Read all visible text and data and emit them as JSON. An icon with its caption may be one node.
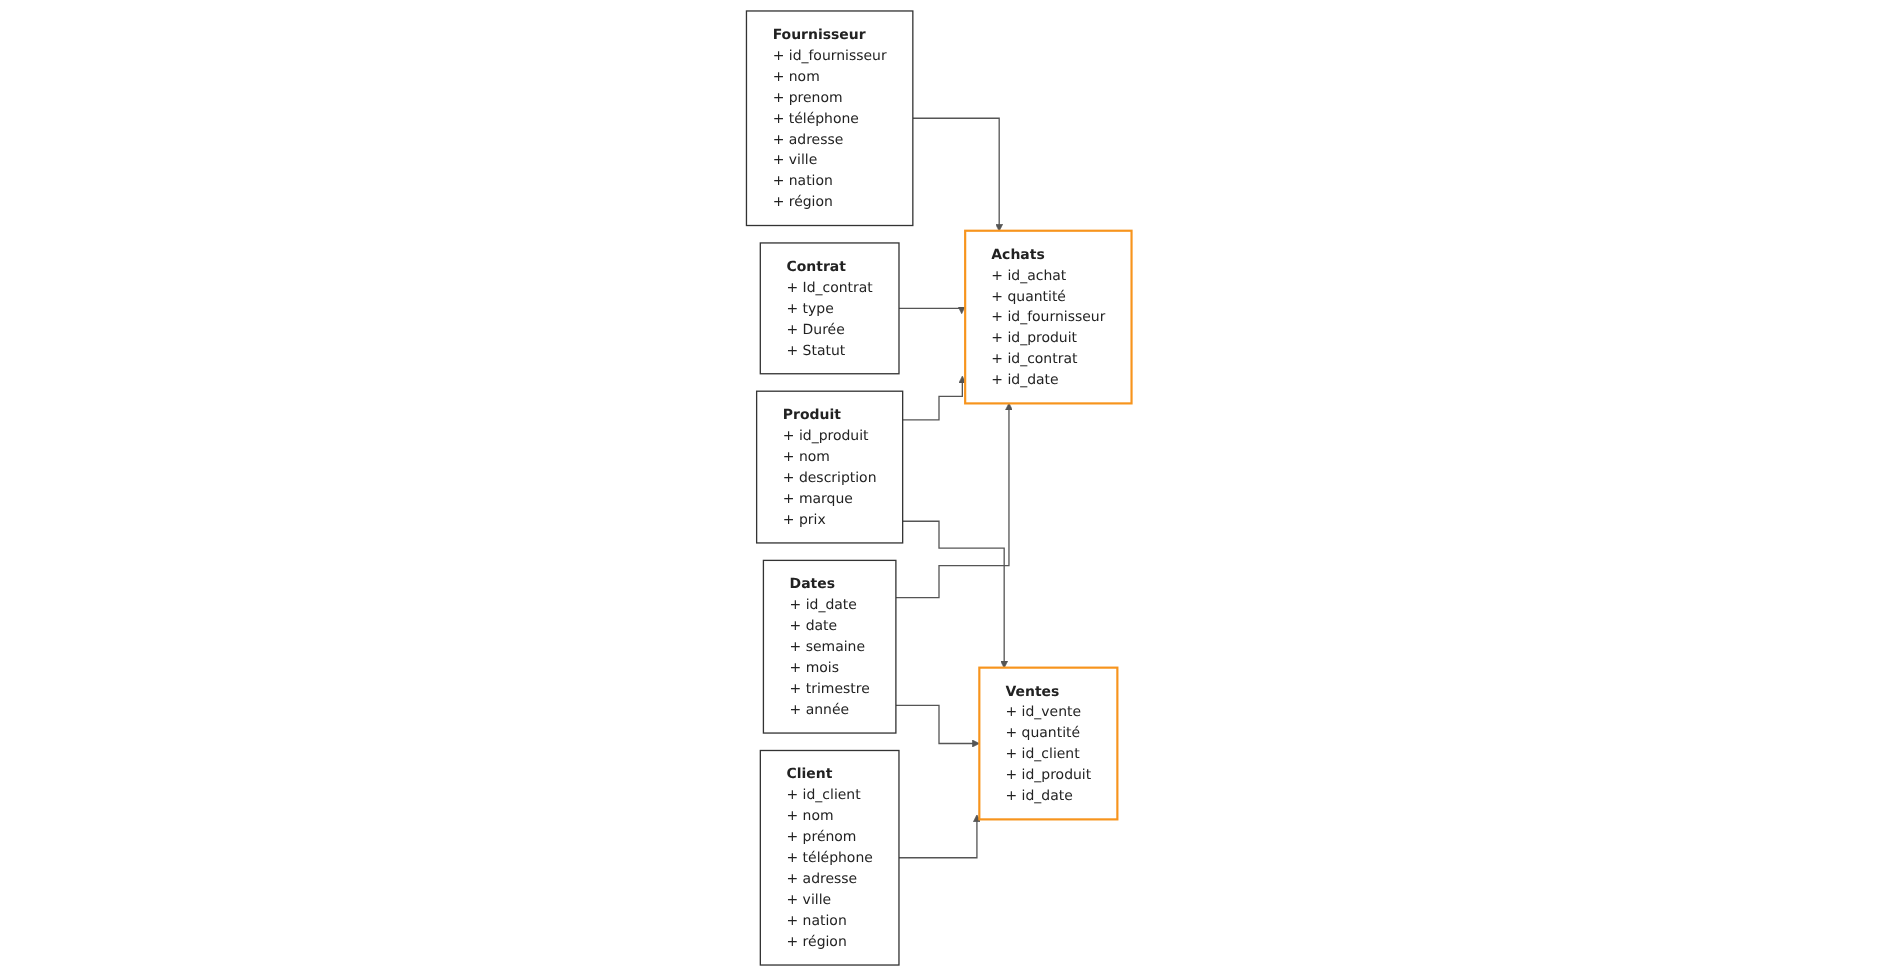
{
  "diagram": {
    "nodes": [
      {
        "text": [
          "Fournisseur",
          "+ id_fournisseur",
          "+ nom",
          "+ prenom",
          "+ téléphone",
          "+ adresse",
          "+ ville",
          "+ nation",
          "+ région"
        ]
      },
      {
        "text": [
          "Produit",
          "+ id_produit",
          "+ nom",
          "+ description",
          "+ marque",
          "+ prix"
        ]
      },
      {
        "text": [
          "Client",
          "+ id_client",
          "+ nom",
          "+ prénom",
          "+ téléphone",
          "+ adresse",
          "+ ville",
          "+ nation",
          "+ région"
        ]
      },
      {
        "text": [
          "Achats",
          "+ id_achat",
          "+ quantité",
          "+ id_fournisseur",
          "+ id_produit",
          "+ id_contrat",
          "+ id_date"
        ]
      },
      {
        "text": [
          "Ventes",
          "+ id_vente",
          "+ quantité",
          "+ id_client",
          "+ id_produit",
          "+ id_date"
        ]
      },
      {
        "text": [
          "Contrat",
          "+ Id_contrat",
          "+ type",
          "+ Durée",
          "+ Statut"
        ]
      },
      {
        "text": [
          "Dates",
          "+ id_date",
          "+ date",
          "+ semaine",
          "+ mois",
          "+ trimestre",
          "+ année"
        ]
      }
    ],
    "edges": [
      {
        "from": 0,
        "to": 3,
        "arrow": "to"
      },
      {
        "from": 1,
        "to": 3,
        "arrow": "to"
      },
      {
        "from": 5,
        "to": 3,
        "arrow": "to"
      },
      {
        "from": 6,
        "to": 3,
        "arrow": "to"
      },
      {
        "from": 1,
        "to": 4,
        "arrow": "to"
      },
      {
        "from": 2,
        "to": 4,
        "arrow": "to"
      },
      {
        "from": 6,
        "to": 4,
        "arrow": "to"
      }
    ]
  }
}
